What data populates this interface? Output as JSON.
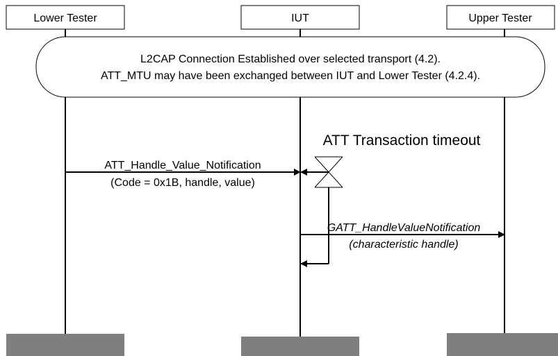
{
  "participants": {
    "lower_tester": "Lower Tester",
    "iut": "IUT",
    "upper_tester": "Upper Tester"
  },
  "setup_note": {
    "line1": "L2CAP Connection Established over selected transport (4.2).",
    "line2": "ATT_MTU may have been exchanged between IUT and Lower Tester (4.2.4)."
  },
  "timer": {
    "label": "ATT Transaction timeout"
  },
  "messages": {
    "notification": {
      "name": "ATT_Handle_Value_Notification",
      "params": "(Code = 0x1B, handle, value)"
    },
    "gatt_notification": {
      "name": "GATT_HandleValueNotification",
      "params": "(characteristic handle)"
    }
  },
  "colors": {
    "line": "#000000",
    "lifeline_end": "#7f7f7f",
    "background": "#ffffff"
  }
}
